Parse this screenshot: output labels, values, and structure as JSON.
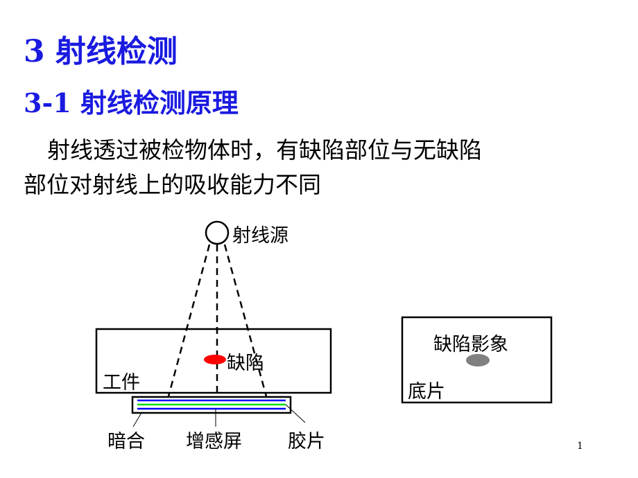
{
  "title": "3  射线检测",
  "subtitle": "3-1 射线检测原理",
  "body_lines": [
    "射线透过被检物体时，有缺陷部位与无缺陷",
    "部位对射线上的吸收能力不同"
  ],
  "diagram": {
    "source": "射线源",
    "defect": "缺陷",
    "workpiece": "工件",
    "cassette": "暗合",
    "screen": "增感屏",
    "film": "胶片",
    "defect_image": "缺陷影象",
    "film_base": "底片"
  },
  "colors": {
    "heading": "#1a1ae0",
    "defect": "#ff0000",
    "screen": "#0000ff",
    "film": "#00dd00",
    "defect_image": "#808080"
  },
  "page_number": "1"
}
